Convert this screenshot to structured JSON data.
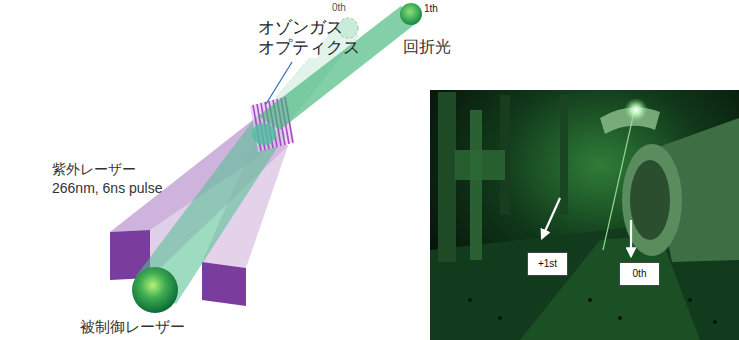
{
  "diagram": {
    "nodes": [
      {
        "text": [
          "+1st"
        ]
      },
      {
        "text": [
          "0th"
        ]
      }
    ],
    "labels": [
      "オゾンガス オプティクス",
      "0th",
      "1th",
      "回折光",
      "紫外レーザー 266nm, 6ns pulse",
      "被制御レーザー"
    ]
  }
}
